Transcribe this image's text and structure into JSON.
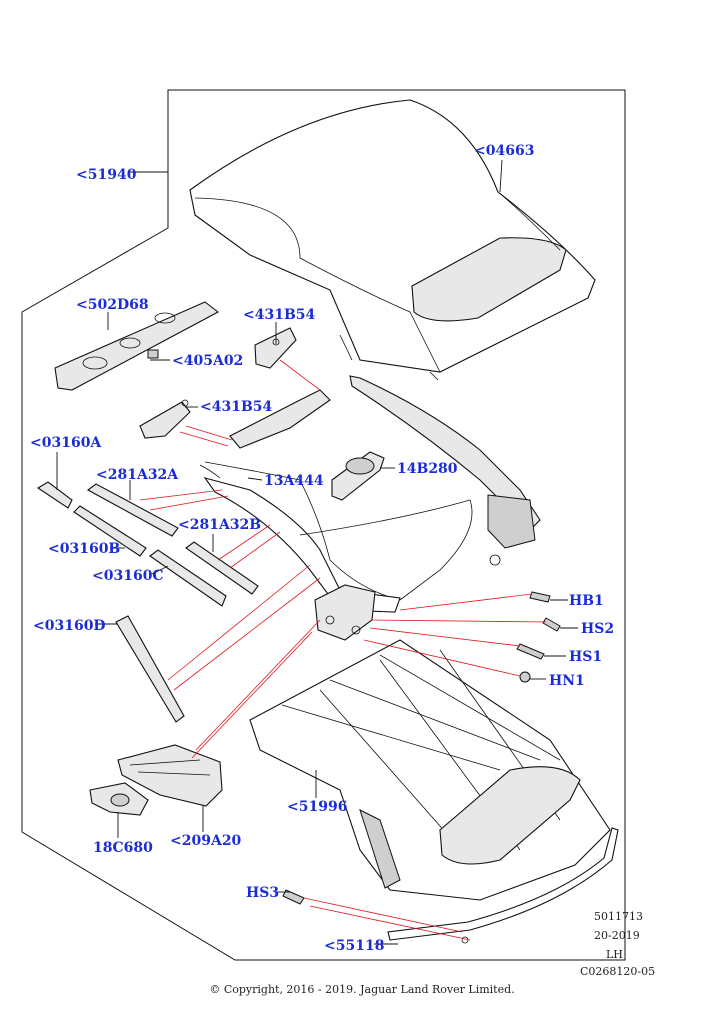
{
  "callouts": {
    "c51940": "<51940",
    "c04663": "<04663",
    "c502D68": "<502D68",
    "c405A02": "<405A02",
    "c431B54a": "<431B54",
    "c431B54b": "<431B54",
    "c03160A": "<03160A",
    "c281A32A": "<281A32A",
    "c13A444": "13A444",
    "c14B280": "14B280",
    "c281A32B": "<281A32B",
    "c03160B": "<03160B",
    "c03160C": "<03160C",
    "c03160D": "<03160D",
    "cHB1": "HB1",
    "cHS2": "HS2",
    "cHS1": "HS1",
    "cHN1": "HN1",
    "c51996": "<51996",
    "c18C680": "18C680",
    "c209A20": "<209A20",
    "cHS3": "HS3",
    "c55118": "<55118"
  },
  "meta": {
    "doc_number": "5011713",
    "date": "20-2019",
    "side": "LH",
    "illustration_id": "C0268120-05"
  },
  "copyright": "© Copyright, 2016 - 2019. Jaguar Land Rover Limited.",
  "colors": {
    "callout": "#1a2bd8",
    "leader_red": "#e0161c",
    "line": "#111111"
  }
}
